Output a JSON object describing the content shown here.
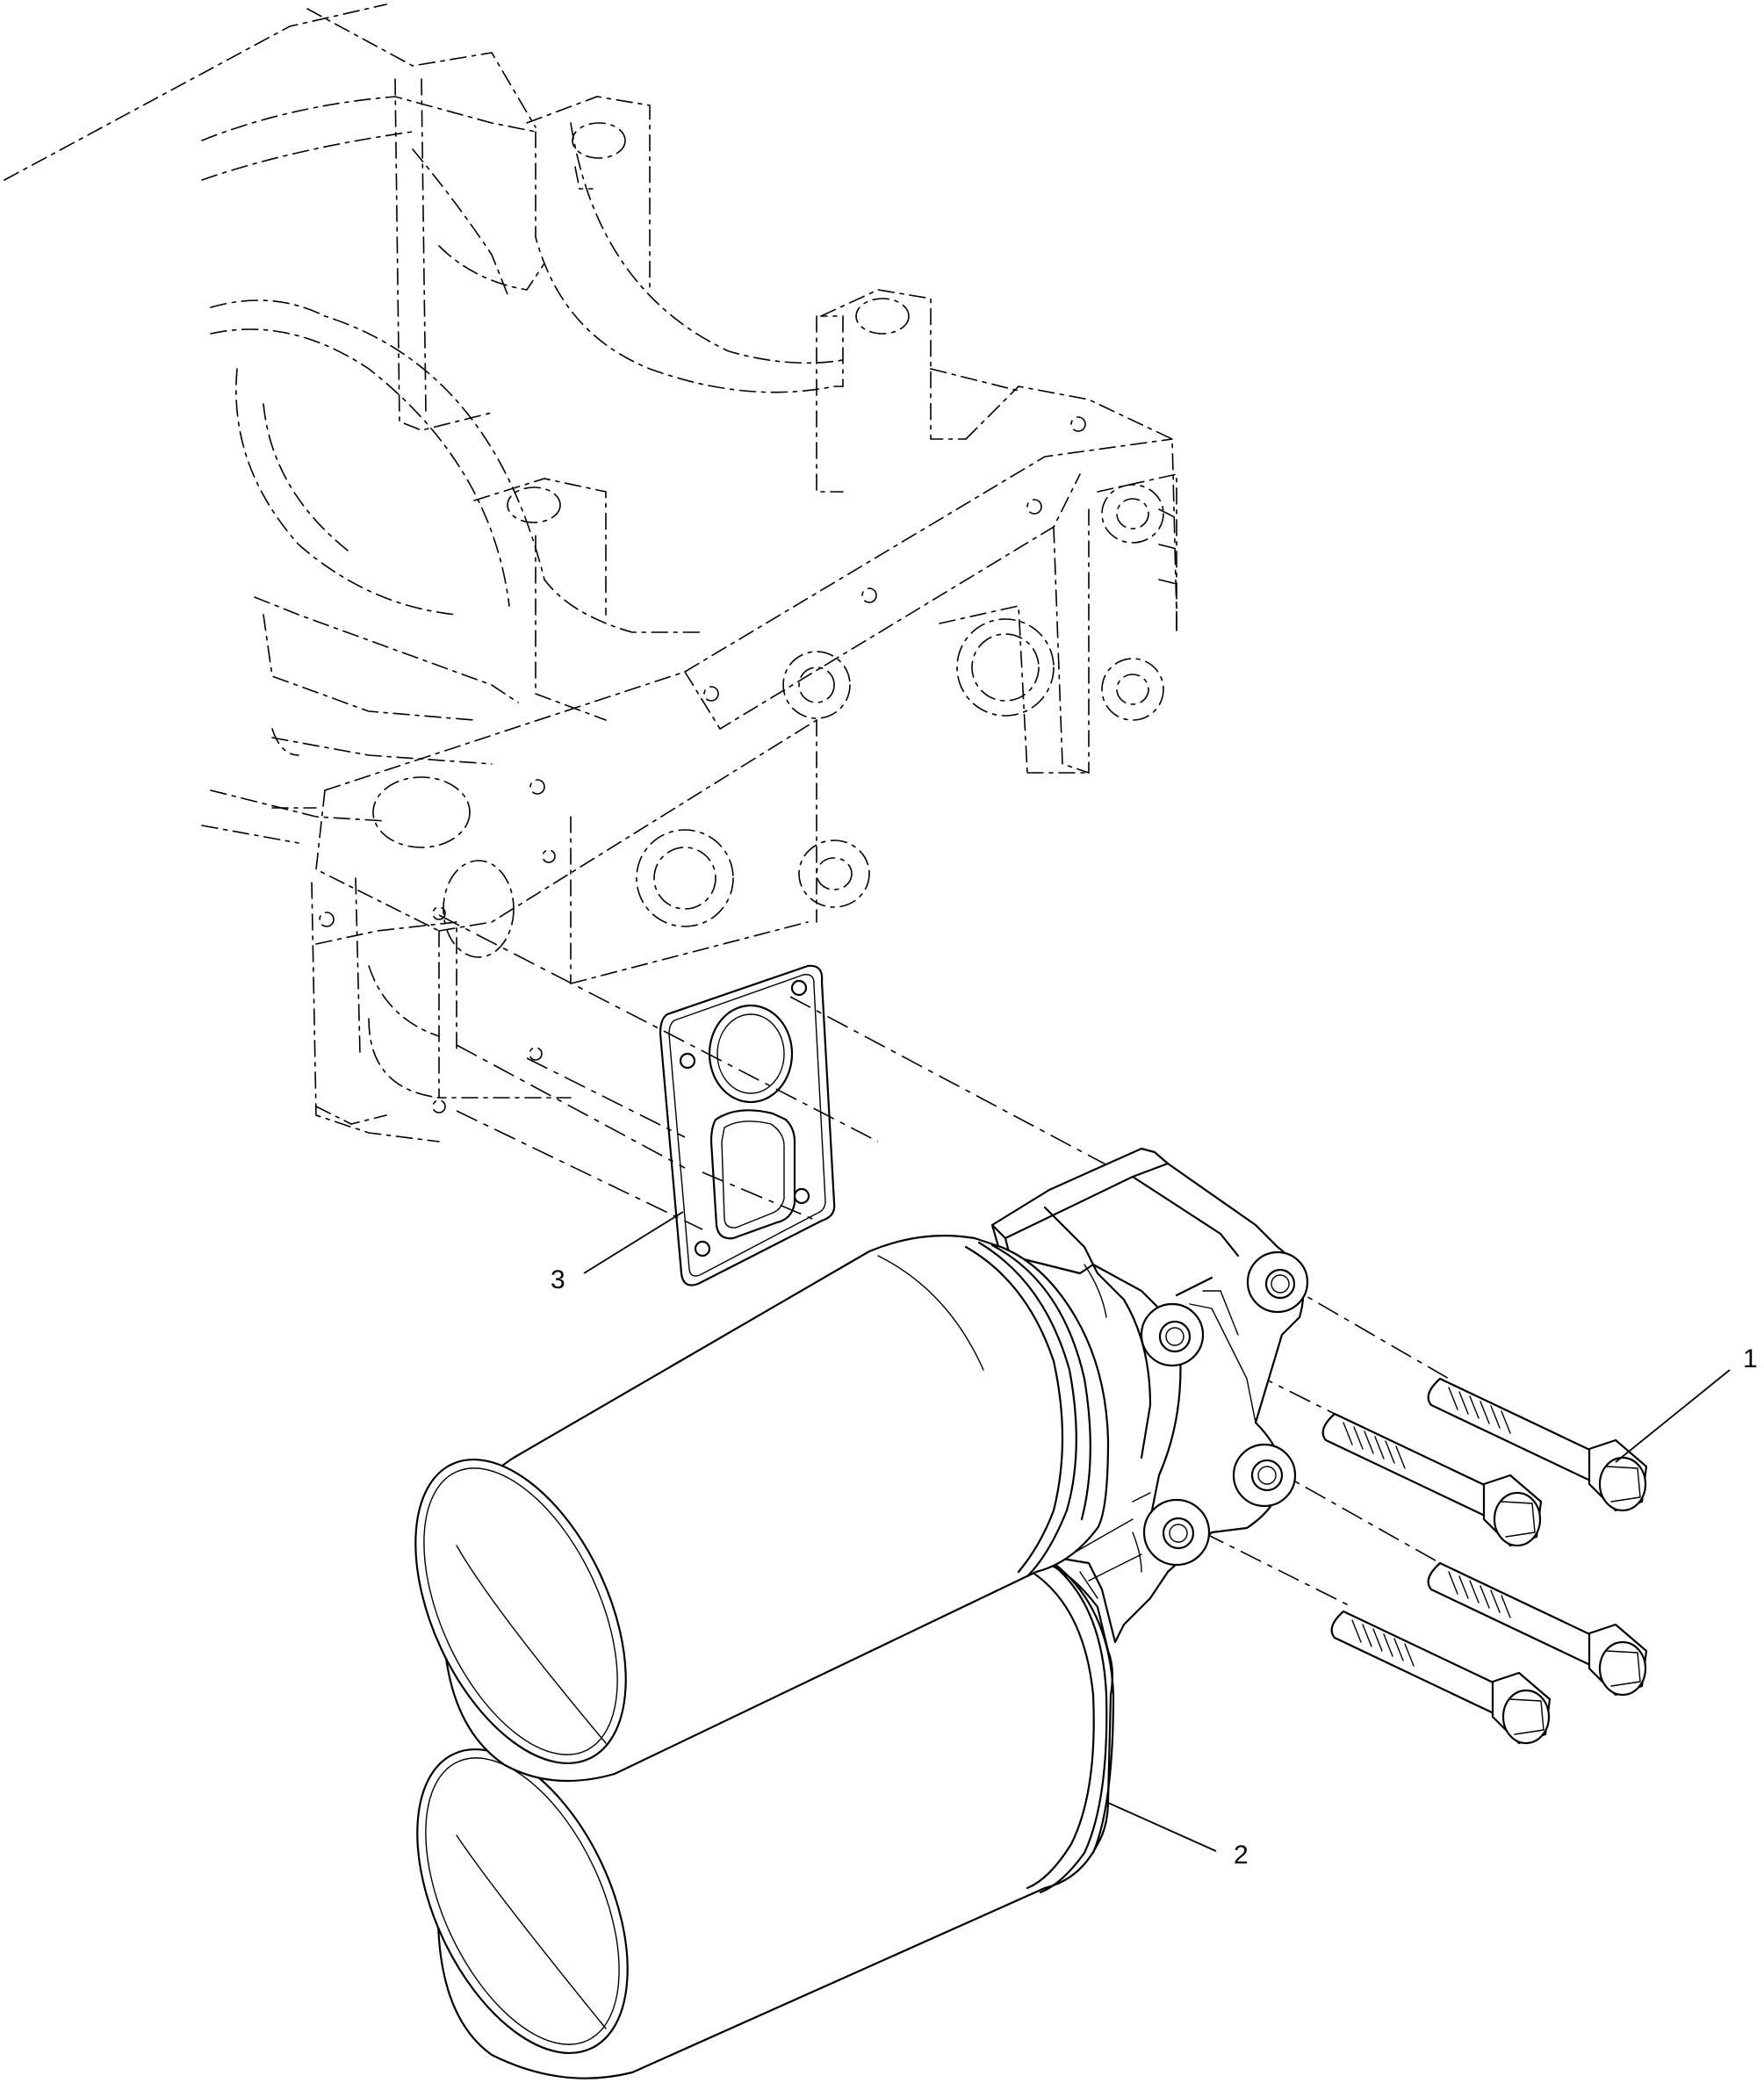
{
  "callouts": {
    "bolt": "1",
    "filter": "2",
    "gasket": "3"
  },
  "colors": {
    "line": "#000000",
    "background": "#ffffff"
  }
}
